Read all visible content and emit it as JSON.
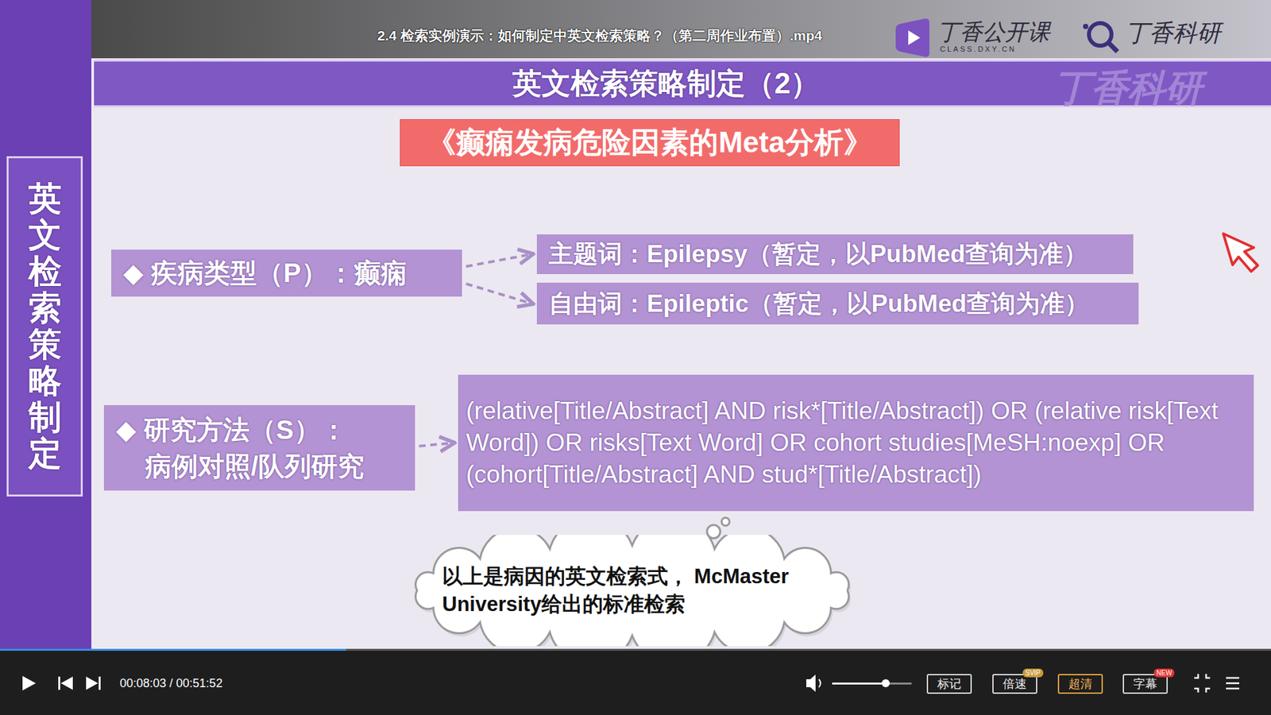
{
  "diagram": {
    "title": "英文检索策略制定（2）",
    "nodes": [
      {
        "text": [
          "英文检索策略制定"
        ]
      },
      {
        "text": [
          "《癫痫发病危险因素的Meta分析》"
        ]
      },
      {
        "text": [
          "◆ 疾病类型（P）：癫痫"
        ]
      },
      {
        "text": [
          "主题词：Epilepsy（暂定，以PubMed查询为准）"
        ]
      },
      {
        "text": [
          "自由词：Epileptic（暂定，以PubMed查询为准）"
        ]
      },
      {
        "text": [
          "◆ 研究方法（S）：",
          "病例对照/队列研究"
        ]
      },
      {
        "text": [
          "(relative[Title/Abstract] AND risk*[Title/Abstract]) OR (relative risk[Text Word]) OR risks[Text Word] OR cohort studies[MeSH:noexp] OR (cohort[Title/Abstract] AND stud*[Title/Abstract])"
        ]
      },
      {
        "text": [
          "以上是病因的英文检索式， McMaster University给出的标准检索"
        ]
      },
      {
        "text": [
          "标记"
        ]
      },
      {
        "text": [
          "倍速"
        ]
      },
      {
        "text": [
          "超清"
        ]
      },
      {
        "text": [
          "字幕"
        ]
      },
      {
        "text": [
          "SVIP"
        ]
      },
      {
        "text": [
          "NEW"
        ]
      }
    ],
    "edges": [
      {
        "from": 2,
        "to": 3,
        "arrow": "to"
      },
      {
        "from": 2,
        "to": 4,
        "arrow": "to"
      },
      {
        "from": 5,
        "to": 6,
        "arrow": "to"
      }
    ],
    "labels": [
      "2.4 检索实例演示：如何制定中英文检索策略？（第二周作业布置）.mp4",
      "丁香公开课",
      "CLASS.DXY.CN",
      "丁香科研",
      "丁香科研",
      "00:08:03 / 00:51:52"
    ]
  }
}
